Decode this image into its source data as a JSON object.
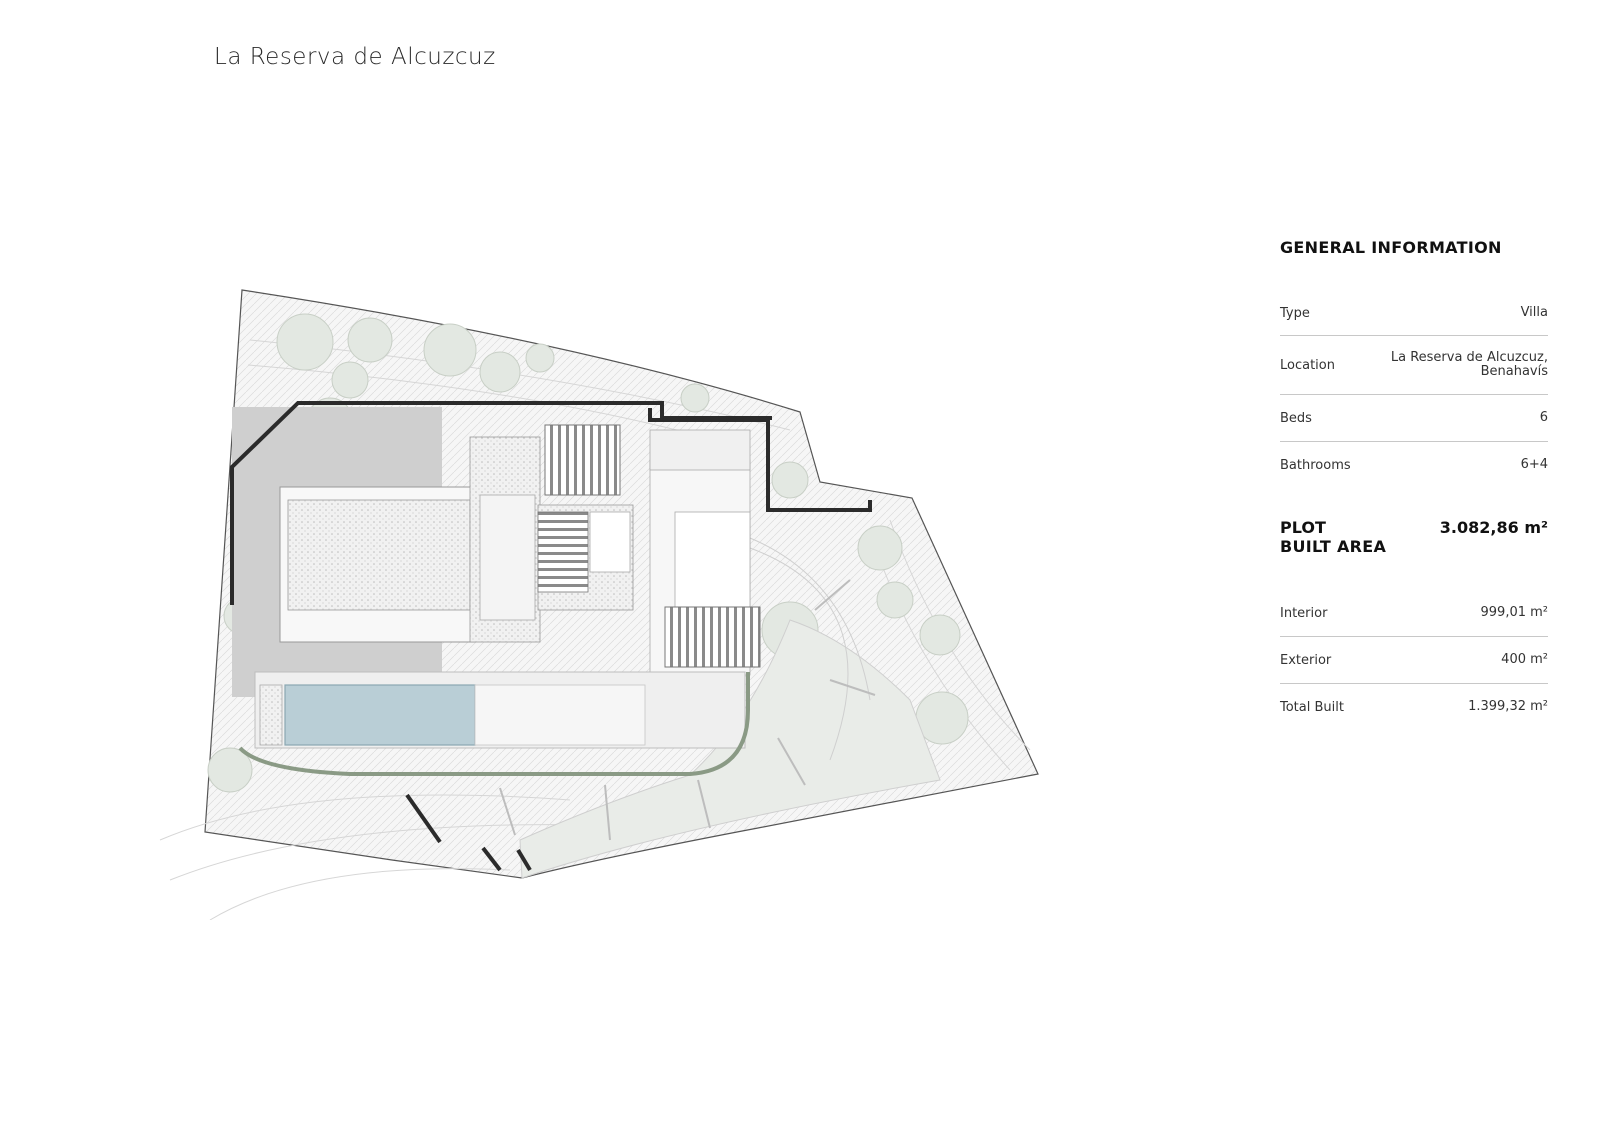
{
  "brand": {
    "name": "La Reserva de Alcuzcuz"
  },
  "general": {
    "title": "GENERAL INFORMATION",
    "rows": [
      {
        "label": "Type",
        "value": "Villa"
      },
      {
        "label": "Location",
        "value_line1": "La Reserva de Alcuzcuz,",
        "value_line2": "Benahavís"
      },
      {
        "label": "Beds",
        "value": "6"
      },
      {
        "label": "Bathrooms",
        "value": "6+4"
      }
    ]
  },
  "plot": {
    "label": "PLOT",
    "value": "3.082,86 m²"
  },
  "built_area": {
    "title": "BUILT AREA",
    "rows": [
      {
        "label": "Interior",
        "value": "999,01 m²"
      },
      {
        "label": "Exterior",
        "value": "400 m²"
      },
      {
        "label": "Total Built",
        "value": "1.399,32 m²"
      }
    ]
  },
  "colors": {
    "pool": "#b9ced6",
    "walls": "#2b2b2b",
    "building": "#d9d9d9",
    "planting": "#dde5dc"
  }
}
